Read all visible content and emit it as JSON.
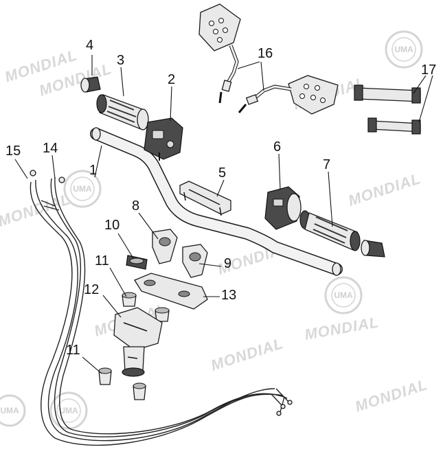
{
  "callouts": {
    "c1": "1",
    "c2": "2",
    "c3": "3",
    "c4": "4",
    "c5": "5",
    "c6": "6",
    "c7": "7",
    "c8": "8",
    "c9": "9",
    "c10": "10",
    "c11a": "11",
    "c11b": "11",
    "c12": "12",
    "c13": "13",
    "c14": "14",
    "c15": "15",
    "c16": "16",
    "c17": "17"
  },
  "watermarks": {
    "brand": "MONDIAL",
    "logo": "UMA"
  }
}
